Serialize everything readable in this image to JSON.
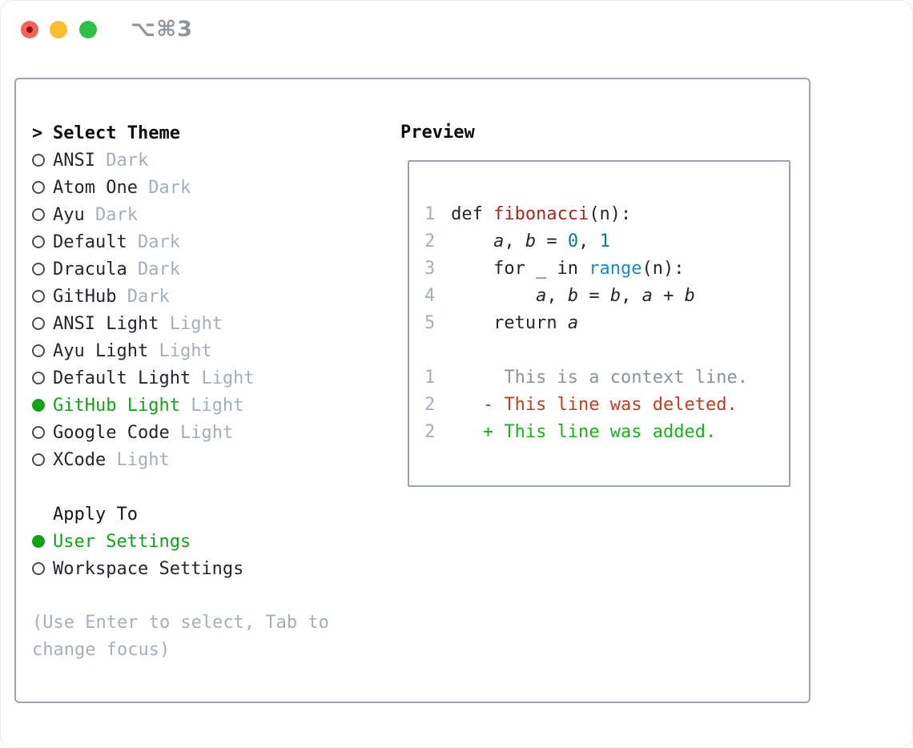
{
  "colors": {
    "bg": "#ffffff",
    "border": "#9aa4af",
    "text": "#22272e",
    "text-bold": "#0a0c0e",
    "muted": "#a4afba",
    "green": "#10a317",
    "ring": "#454c54",
    "code": "#22272e",
    "fn": "#a5271c",
    "num": "#0d7d78",
    "builtin": "#1b89c9",
    "ctx": "#8b939c",
    "del": "#c43b20",
    "add": "#17b317",
    "ln": "#a4afba",
    "traffic-red": "#f4635a",
    "traffic-red-dot": "#8e1418",
    "traffic-yellow": "#fcbd2f",
    "traffic-green": "#2fc145",
    "title-gray": "#8f949a"
  },
  "window": {
    "shortcut_title": "⌥⌘3"
  },
  "theme_picker": {
    "prompt": ">",
    "header": "Select Theme",
    "themes": [
      {
        "name": "ANSI",
        "variant": "Dark",
        "selected": false
      },
      {
        "name": "Atom One",
        "variant": "Dark",
        "selected": false
      },
      {
        "name": "Ayu",
        "variant": "Dark",
        "selected": false
      },
      {
        "name": "Default",
        "variant": "Dark",
        "selected": false
      },
      {
        "name": "Dracula",
        "variant": "Dark",
        "selected": false
      },
      {
        "name": "GitHub",
        "variant": "Dark",
        "selected": false
      },
      {
        "name": "ANSI Light",
        "variant": "Light",
        "selected": false
      },
      {
        "name": "Ayu Light",
        "variant": "Light",
        "selected": false
      },
      {
        "name": "Default Light",
        "variant": "Light",
        "selected": false
      },
      {
        "name": "GitHub Light",
        "variant": "Light",
        "selected": true
      },
      {
        "name": "Google Code",
        "variant": "Light",
        "selected": false
      },
      {
        "name": "XCode",
        "variant": "Light",
        "selected": false
      }
    ],
    "apply_to": {
      "header": "Apply To",
      "options": [
        {
          "label": "User Settings",
          "selected": true
        },
        {
          "label": "Workspace Settings",
          "selected": false
        }
      ]
    },
    "hint": "(Use Enter to select, Tab to change focus)"
  },
  "preview": {
    "header": "Preview",
    "lines": [
      {
        "n": "1",
        "segs": [
          {
            "t": "def ",
            "c": "plain"
          },
          {
            "t": "fibonacci",
            "c": "fn"
          },
          {
            "t": "(n):",
            "c": "plain"
          }
        ]
      },
      {
        "n": "2",
        "segs": [
          {
            "t": "    ",
            "c": "plain"
          },
          {
            "t": "a",
            "c": "var"
          },
          {
            "t": ", ",
            "c": "plain"
          },
          {
            "t": "b",
            "c": "var"
          },
          {
            "t": " = ",
            "c": "plain"
          },
          {
            "t": "0",
            "c": "num"
          },
          {
            "t": ", ",
            "c": "plain"
          },
          {
            "t": "1",
            "c": "num"
          }
        ]
      },
      {
        "n": "3",
        "segs": [
          {
            "t": "    for _ in ",
            "c": "plain"
          },
          {
            "t": "range",
            "c": "builtin"
          },
          {
            "t": "(n):",
            "c": "plain"
          }
        ]
      },
      {
        "n": "4",
        "segs": [
          {
            "t": "        ",
            "c": "plain"
          },
          {
            "t": "a",
            "c": "var"
          },
          {
            "t": ", ",
            "c": "plain"
          },
          {
            "t": "b",
            "c": "var"
          },
          {
            "t": " = ",
            "c": "plain"
          },
          {
            "t": "b",
            "c": "var"
          },
          {
            "t": ", ",
            "c": "plain"
          },
          {
            "t": "a",
            "c": "var"
          },
          {
            "t": " + ",
            "c": "plain"
          },
          {
            "t": "b",
            "c": "var"
          }
        ]
      },
      {
        "n": "5",
        "segs": [
          {
            "t": "    return ",
            "c": "plain"
          },
          {
            "t": "a",
            "c": "var"
          }
        ]
      },
      {
        "n": "",
        "segs": []
      },
      {
        "n": "1",
        "segs": [
          {
            "t": "     This is a context line.",
            "c": "context"
          }
        ]
      },
      {
        "n": "2",
        "segs": [
          {
            "t": "   - This line was deleted.",
            "c": "deleted"
          }
        ]
      },
      {
        "n": "2",
        "segs": [
          {
            "t": "   + This line was added.",
            "c": "added"
          }
        ]
      }
    ]
  }
}
